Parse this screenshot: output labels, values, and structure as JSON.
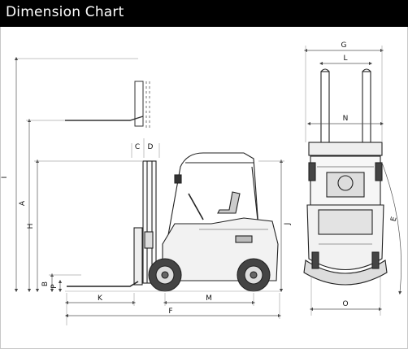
{
  "header": {
    "title": "Dimension Chart"
  },
  "dimensions": {
    "A": "A",
    "B": "B",
    "C": "C",
    "D": "D",
    "E": "E",
    "F": "F",
    "G": "G",
    "H": "H",
    "I": "I",
    "J": "J",
    "K": "K",
    "L": "L",
    "M": "M",
    "N": "N",
    "O": "O",
    "P": "P"
  },
  "colors": {
    "titlebar": "#000000",
    "line": "#222222",
    "dim": "#555555"
  }
}
